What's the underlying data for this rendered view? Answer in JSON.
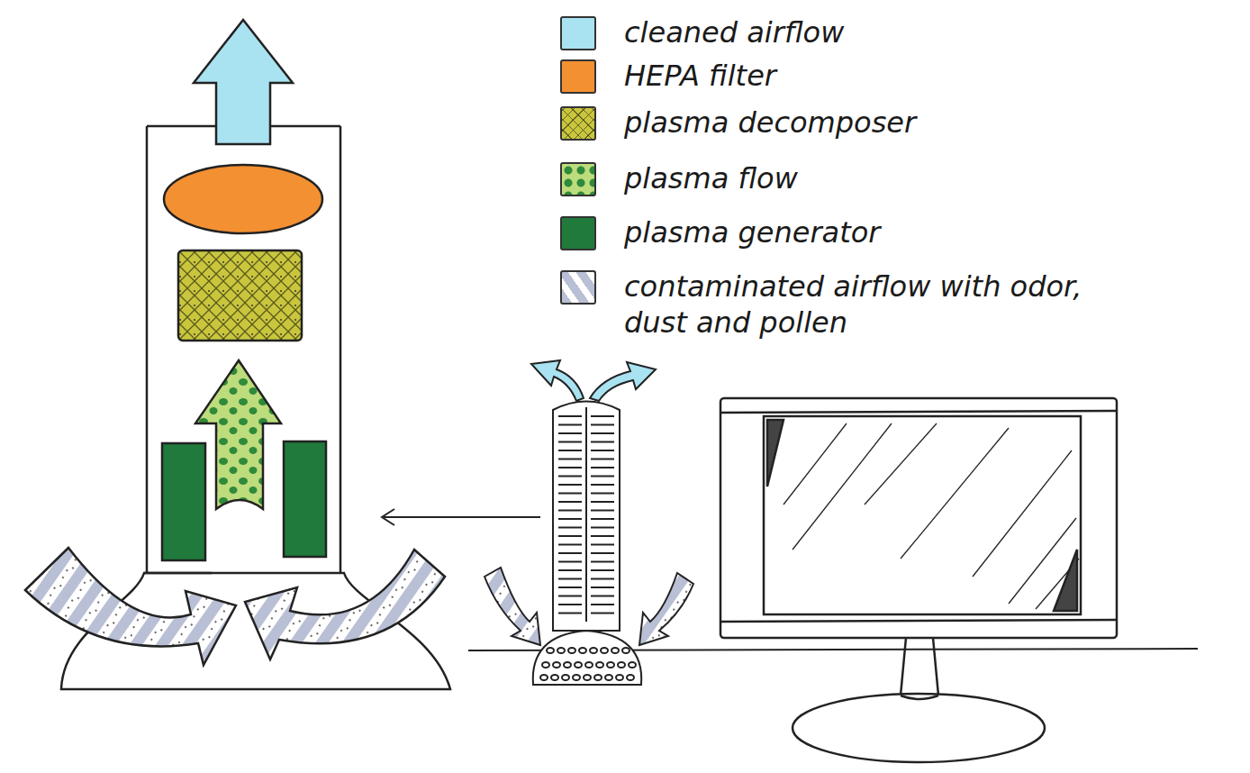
{
  "diagram": {
    "legend": [
      {
        "text": "cleaned airflow",
        "color": "#a9e2f0"
      },
      {
        "text": "HEPA filter",
        "color": "#f39032"
      },
      {
        "text": "plasma decomposer",
        "color": "#c9c63e"
      },
      {
        "text": "plasma flow",
        "color": "#bddc7c"
      },
      {
        "text": "plasma generator",
        "color": "#1f7a3c"
      },
      {
        "text": "contaminated airflow with odor, dust and pollen"
      }
    ]
  }
}
